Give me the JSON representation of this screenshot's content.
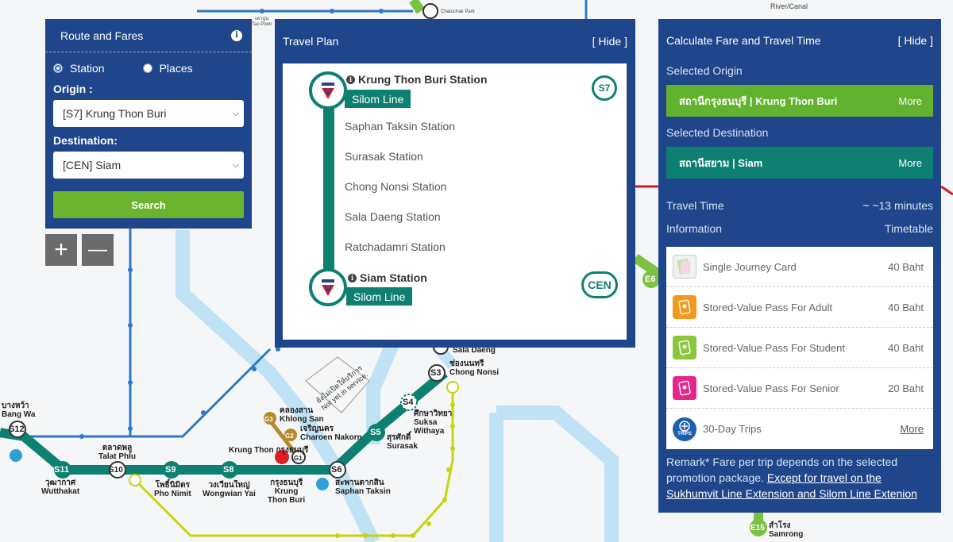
{
  "route_panel": {
    "title": "Route and Fares",
    "mode_station": "Station",
    "mode_places": "Places",
    "origin_label": "Origin :",
    "origin_value": "[S7] Krung Thon Buri",
    "destination_label": "Destination:",
    "destination_value": "[CEN] Siam",
    "search_label": "Search"
  },
  "zoom": {
    "in": "+",
    "out": "—"
  },
  "travel_plan": {
    "title": "Travel Plan",
    "hide": "[ Hide ]",
    "origin_station": "Krung Thon Buri Station",
    "origin_line": "Silom Line",
    "origin_code": "S7",
    "stops": [
      "Saphan Taksin Station",
      "Surasak Station",
      "Chong Nonsi Station",
      "Sala Daeng Station",
      "Ratchadamri Station"
    ],
    "destination_station": "Siam Station",
    "destination_line": "Silom Line",
    "destination_code": "CEN"
  },
  "fare_panel": {
    "title": "Calculate Fare and Travel Time",
    "hide": "[ Hide ]",
    "origin_label": "Selected Origin",
    "origin_name": "สถานีกรุงธนบุรี | Krung Thon Buri",
    "destination_label": "Selected Destination",
    "destination_name": "สถานีสยาม | Siam",
    "more": "More",
    "travel_time_label": "Travel Time",
    "travel_time_value": "~ ~13 minutes",
    "info_label": "Information",
    "timetable_label": "Timetable",
    "fares": [
      {
        "name": "Single Journey Card",
        "price": "40 Baht"
      },
      {
        "name": "Stored-Value Pass For Adult",
        "price": "40 Baht"
      },
      {
        "name": "Stored-Value Pass For Student",
        "price": "40 Baht"
      },
      {
        "name": "Stored-Value Pass For Senior",
        "price": "20 Baht"
      },
      {
        "name": "30-Day Trips",
        "price": "More"
      }
    ],
    "trips_icon_text": "TRIPS",
    "remark_text": "Remark* Fare per trip depends on the selected promotion package.",
    "remark_link": "Except for travel on the Sukhumvit Line Extension and Silom Line Extenion"
  },
  "map": {
    "stations": {
      "s12_th": "บางหว้า",
      "s12_en": "Bang Wa",
      "s12": "S12",
      "s11_th": "วุฒากาศ",
      "s11_en": "Wutthakat",
      "s11": "S11",
      "s10_th": "ตลาดพลู",
      "s10_en": "Talat Phlu",
      "s10": "S10",
      "s9_th": "โพธิ์นิมิตร",
      "s9_en": "Pho Nimit",
      "s9": "S9",
      "s8_th": "วงเวียนใหญ่",
      "s8_en": "Wongwian Yai",
      "s8": "S8",
      "s7_th": "กรุงธนบุรี",
      "s7_en1": "Krung",
      "s7_en2": "Thon Buri",
      "s7_top1": "Krung Thon",
      "s7_top2": "กรุงธนบุรี",
      "s6_th": "สะพานตากสิน",
      "s6_en": "Saphan Taksin",
      "s6": "S6",
      "s5_th": "สุรศักดิ์",
      "s5_en": "Surasak",
      "s5": "S5",
      "s4_th": "ศึกษาวิทยา",
      "s4_en1": "Suksa",
      "s4_en2": "Withaya",
      "s4": "S4",
      "s3_th": "ช่องนนทรี",
      "s3_en": "Chong Nonsi",
      "s3": "S3",
      "s2_en": "Sala Daeng",
      "g2_th": "คลองสาน",
      "g2_en": "Khlong San",
      "g2": "G2",
      "g3": "G3",
      "g1": "G1",
      "cn_th": "เจริญนคร",
      "cn_en": "Charoen Nakorn",
      "e6": "E6",
      "e15": "E15",
      "e15_th": "สำโรง",
      "e15_en": "Samrong",
      "not_service_th": "ยังไม่เปิดให้บริการ",
      "not_service_en": "Not yet in service.",
      "river": "River/Canal",
      "chatuchak": "Chatuchak Park",
      "taopoon_th": "เตาปูน",
      "taopoon": "Tao Poon"
    }
  }
}
